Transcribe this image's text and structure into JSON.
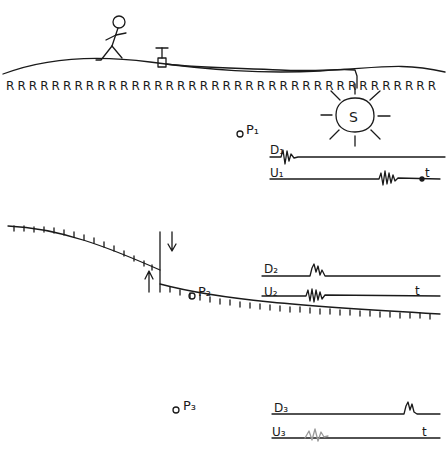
{
  "diagram": {
    "labels": [
      "RRRRRRRRRRRRRRRRRRRRRRRRRRRRRRRRRRRRRR",
      "S",
      "P₁",
      "D₁",
      "U₁",
      "t",
      "P₂",
      "D₂",
      "U₂",
      "t",
      "P₃",
      "D₃",
      "U₃",
      "t"
    ]
  }
}
